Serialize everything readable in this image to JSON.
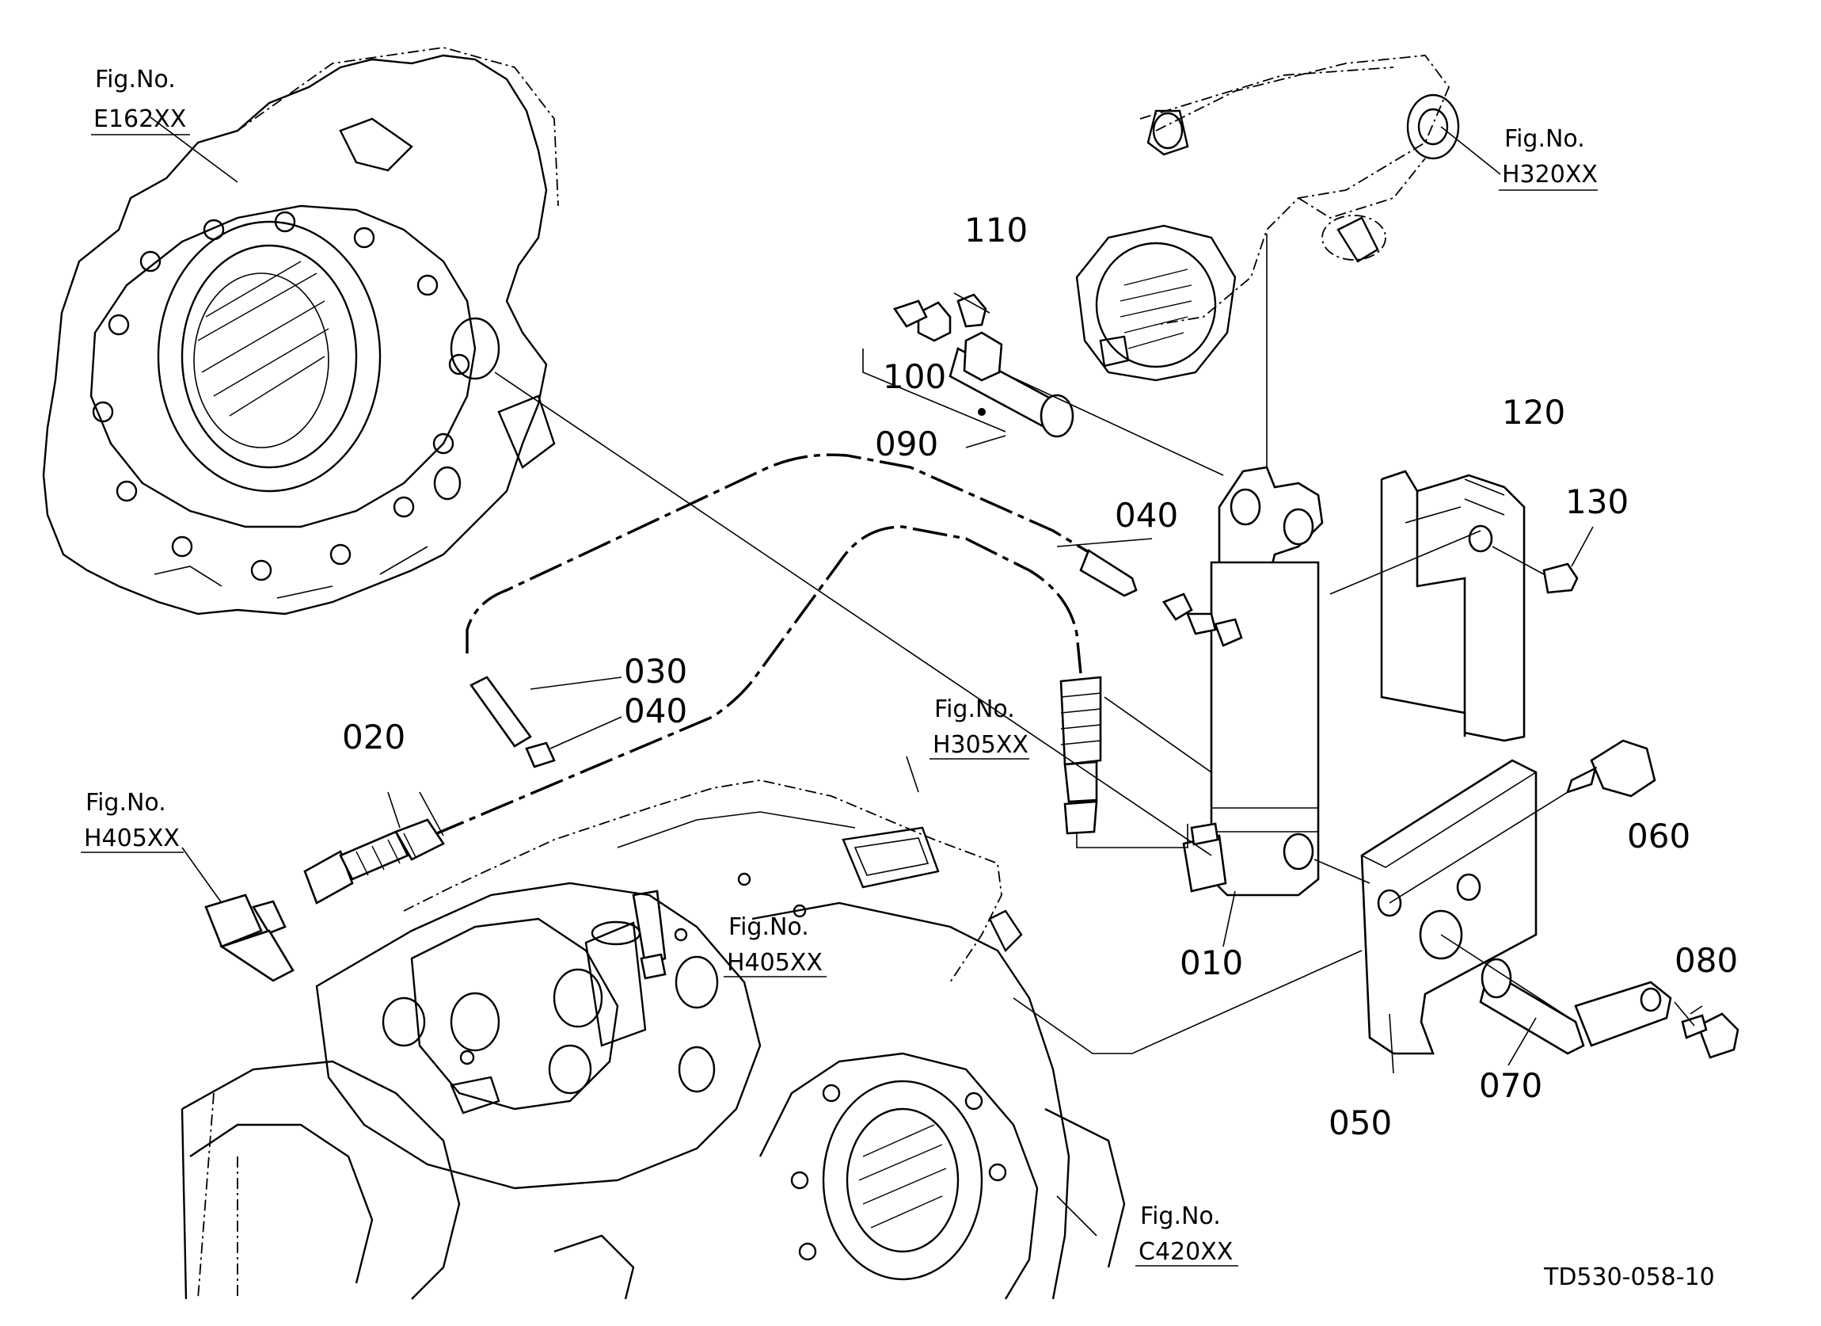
{
  "drawing": {
    "id": "TD530-058-10"
  },
  "fig_refs": [
    {
      "key": "e162",
      "label": "Fig.No.",
      "code": "E162XX"
    },
    {
      "key": "h320",
      "label": "Fig.No.",
      "code": "H320XX"
    },
    {
      "key": "h305",
      "label": "Fig.No.",
      "code": "H305XX"
    },
    {
      "key": "h405a",
      "label": "Fig.No.",
      "code": "H405XX"
    },
    {
      "key": "h405b",
      "label": "Fig.No.",
      "code": "H405XX"
    },
    {
      "key": "c420",
      "label": "Fig.No.",
      "code": "C420XX"
    }
  ],
  "parts": [
    {
      "key": "p110",
      "number": "110"
    },
    {
      "key": "p100",
      "number": "100"
    },
    {
      "key": "p090",
      "number": "090"
    },
    {
      "key": "p120",
      "number": "120"
    },
    {
      "key": "p130",
      "number": "130"
    },
    {
      "key": "p040a",
      "number": "040"
    },
    {
      "key": "p030",
      "number": "030"
    },
    {
      "key": "p040b",
      "number": "040"
    },
    {
      "key": "p020",
      "number": "020"
    },
    {
      "key": "p060",
      "number": "060"
    },
    {
      "key": "p010",
      "number": "010"
    },
    {
      "key": "p080",
      "number": "080"
    },
    {
      "key": "p070",
      "number": "070"
    },
    {
      "key": "p050",
      "number": "050"
    }
  ]
}
